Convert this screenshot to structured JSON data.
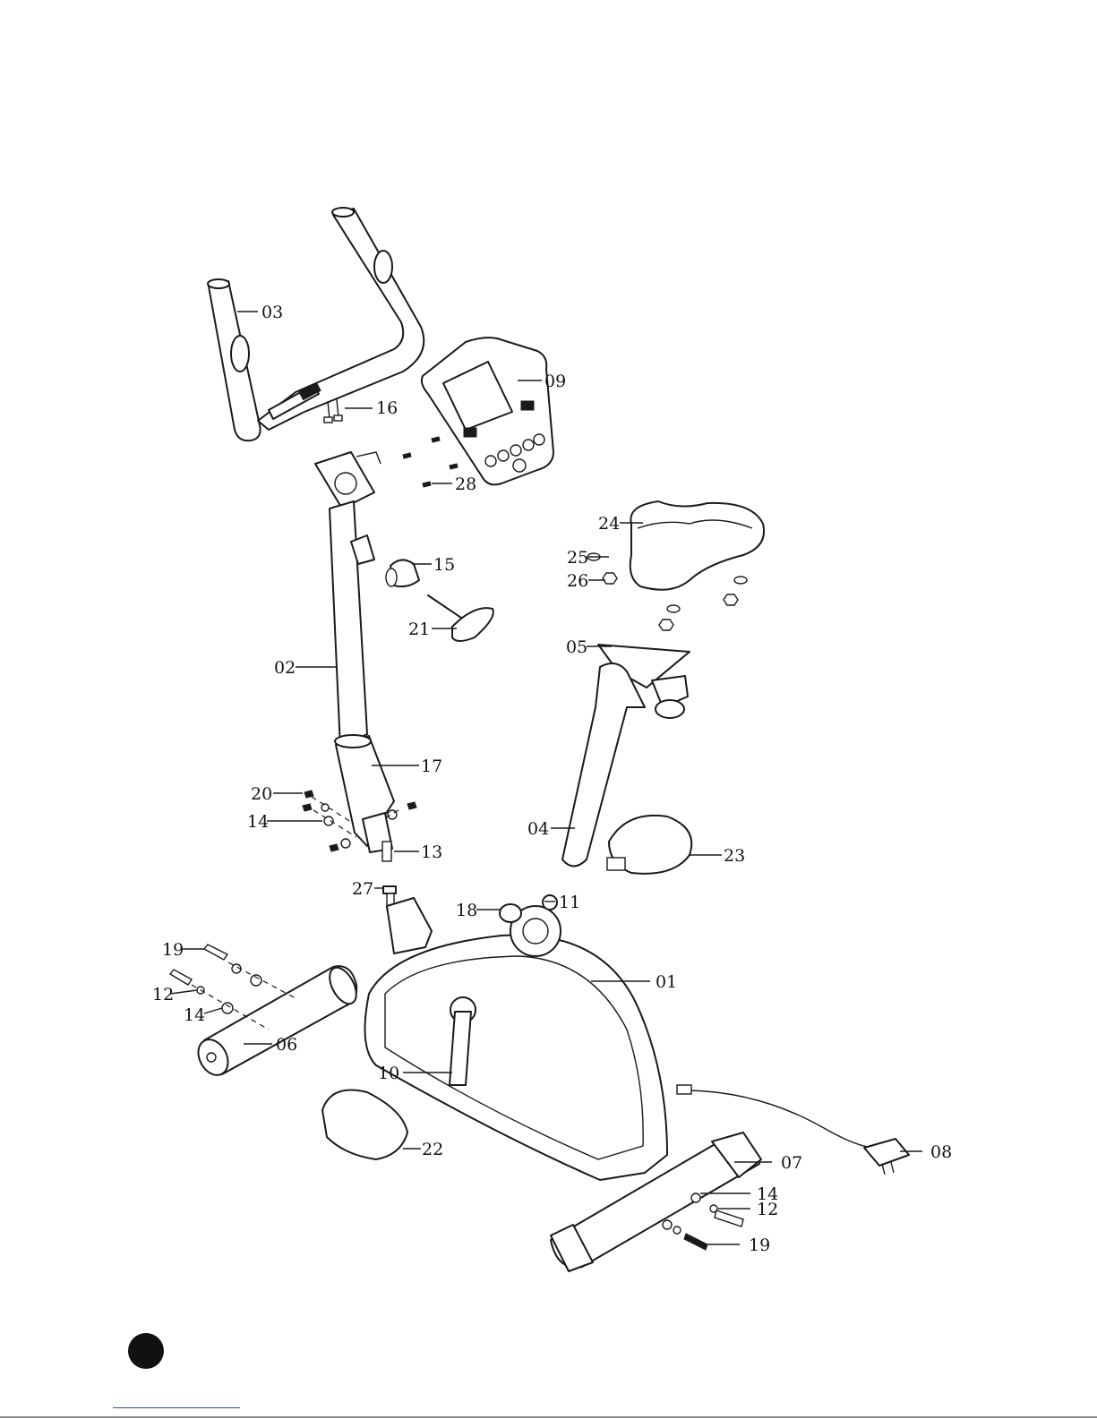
{
  "diagram": {
    "callouts": [
      {
        "id": "03"
      },
      {
        "id": "16"
      },
      {
        "id": "09"
      },
      {
        "id": "28"
      },
      {
        "id": "24"
      },
      {
        "id": "25"
      },
      {
        "id": "26"
      },
      {
        "id": "15"
      },
      {
        "id": "21"
      },
      {
        "id": "02"
      },
      {
        "id": "05"
      },
      {
        "id": "17"
      },
      {
        "id": "20"
      },
      {
        "id": "14"
      },
      {
        "id": "13"
      },
      {
        "id": "04"
      },
      {
        "id": "23"
      },
      {
        "id": "27"
      },
      {
        "id": "11"
      },
      {
        "id": "18"
      },
      {
        "id": "19"
      },
      {
        "id": "01"
      },
      {
        "id": "12"
      },
      {
        "id": "14"
      },
      {
        "id": "06"
      },
      {
        "id": "10"
      },
      {
        "id": "22"
      },
      {
        "id": "08"
      },
      {
        "id": "07"
      },
      {
        "id": "14"
      },
      {
        "id": "12"
      },
      {
        "id": "19"
      }
    ]
  },
  "footer": {
    "page_marker": "black-dot",
    "link_color": "#2a4fb0"
  }
}
